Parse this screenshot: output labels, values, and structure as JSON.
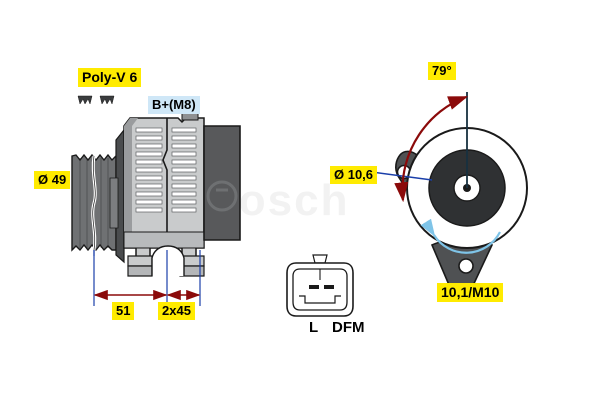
{
  "drawing": {
    "title": "Alternator technical dimension drawing",
    "watermark": "Bosch",
    "colors": {
      "highlight_yellow": "#ffeb00",
      "highlight_blue": "#cfe7f7",
      "dimension_red": "#8b0a0a",
      "extension_blue": "#1a3faa",
      "rotation_arrow_blue": "#7fc4e8",
      "body_light_gray": "#c9cbcc",
      "body_mid_gray": "#a9abad",
      "body_dark_gray": "#58595b",
      "pulley_gray": "#6f7173",
      "outline_black": "#1a1a1a"
    }
  },
  "labels": {
    "poly_v": "Poly-V 6",
    "b_plus": "B+(M8)",
    "diameter_49": "Ø 49",
    "dim_51": "51",
    "dim_2x45": "2x45",
    "angle_79": "79°",
    "diameter_10_6": "Ø 10,6",
    "mount_10_1_m10": "10,1/M10",
    "connector_pin_l": "L",
    "connector_pin_dfm": "DFM"
  },
  "views": {
    "side_view_name": "alternator-side-view",
    "end_view_name": "alternator-end-view",
    "connector_view_name": "connector-plug-view"
  }
}
